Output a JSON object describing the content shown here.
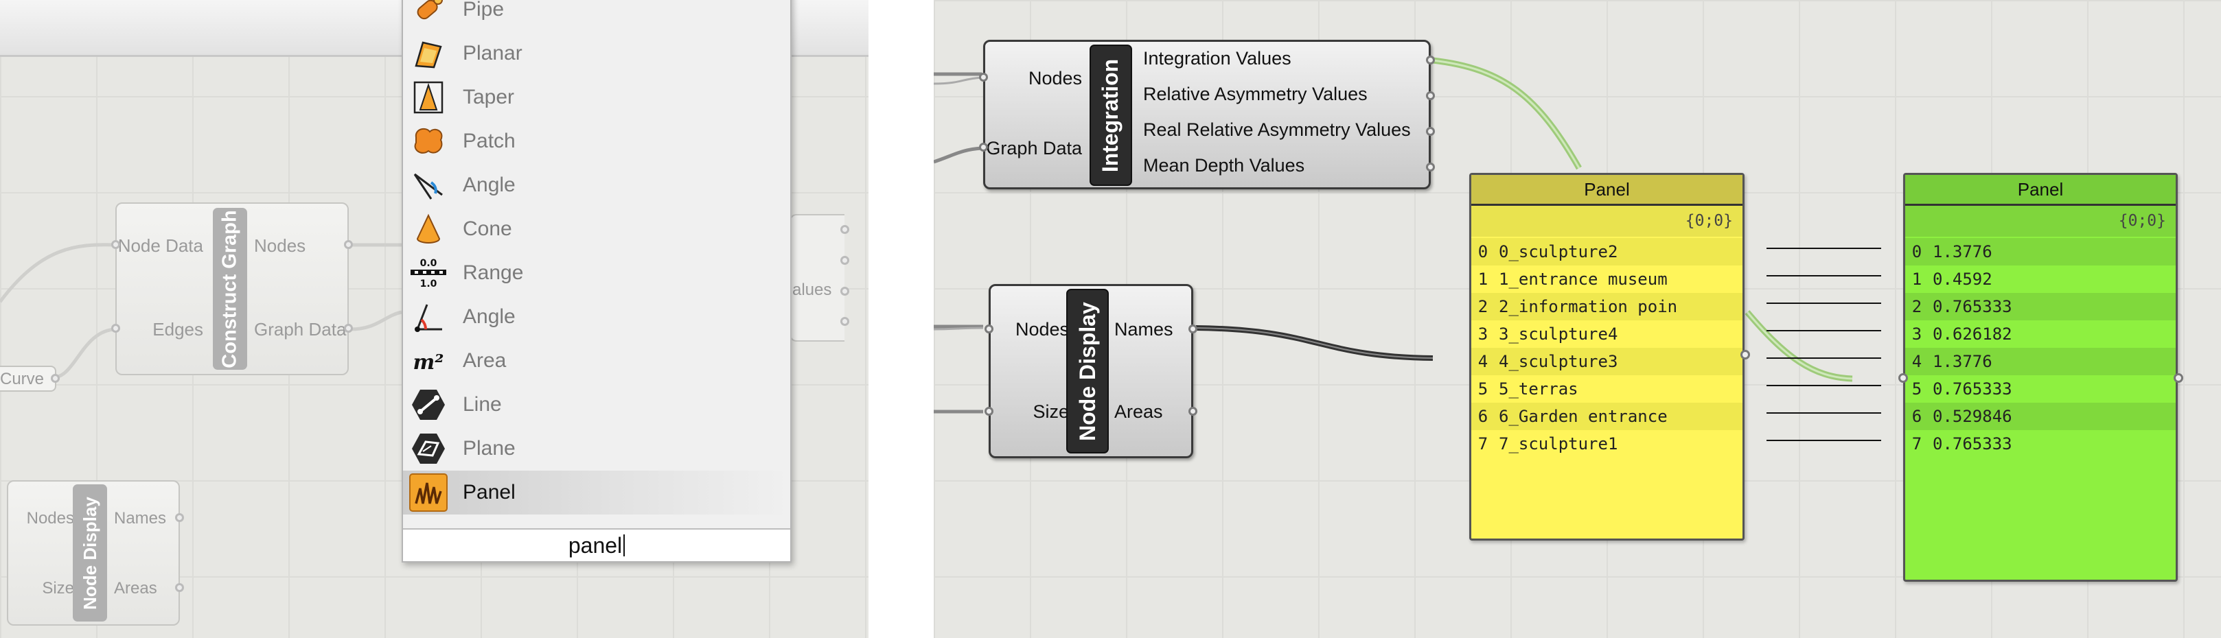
{
  "left": {
    "construct_graph": {
      "title": "Construct Graph",
      "inputs": [
        "Node Data",
        "Edges"
      ],
      "outputs": [
        "Nodes",
        "Graph Data"
      ]
    },
    "node_display_small": {
      "title": "Node Display",
      "inputs": [
        "Nodes",
        "Size"
      ],
      "outputs": [
        "Names",
        "Areas"
      ]
    },
    "curve_chip": "Curve",
    "partial_values_label": "alues",
    "search_popup": {
      "items": [
        {
          "label": "Pipe",
          "icon": "pipe-icon"
        },
        {
          "label": "Planar",
          "icon": "planar-icon"
        },
        {
          "label": "Taper",
          "icon": "taper-icon"
        },
        {
          "label": "Patch",
          "icon": "patch-icon"
        },
        {
          "label": "Angle",
          "icon": "angle-arc-icon"
        },
        {
          "label": "Cone",
          "icon": "cone-icon"
        },
        {
          "label": "Range",
          "icon": "range-icon"
        },
        {
          "label": "Angle",
          "icon": "angle-vector-icon"
        },
        {
          "label": "Area",
          "icon": "area-icon"
        },
        {
          "label": "Line",
          "icon": "line-icon"
        },
        {
          "label": "Plane",
          "icon": "plane-icon"
        },
        {
          "label": "Panel",
          "icon": "panel-icon",
          "selected": true
        }
      ],
      "search_value": "panel",
      "range_icon_text": {
        "top": "0.0",
        "bottom": "1.0"
      },
      "area_icon_text": "m²"
    }
  },
  "right": {
    "integration": {
      "title": "Integration",
      "inputs": [
        "Nodes",
        "Graph Data"
      ],
      "outputs": [
        "Integration Values",
        "Relative Asymmetry Values",
        "Real Relative Asymmetry Values",
        "Mean Depth Values"
      ]
    },
    "node_display": {
      "title": "Node Display",
      "inputs": [
        "Nodes",
        "Size"
      ],
      "outputs": [
        "Names",
        "Areas"
      ]
    },
    "panel_names": {
      "title": "Panel",
      "path": "{0;0}",
      "rows": [
        {
          "i": "0",
          "v": "0_sculpture2"
        },
        {
          "i": "1",
          "v": "1_entrance museum"
        },
        {
          "i": "2",
          "v": "2_information poin"
        },
        {
          "i": "3",
          "v": "3_sculpture4"
        },
        {
          "i": "4",
          "v": "4_sculpture3"
        },
        {
          "i": "5",
          "v": "5_terras"
        },
        {
          "i": "6",
          "v": "6_Garden entrance"
        },
        {
          "i": "7",
          "v": "7_sculpture1"
        }
      ],
      "color": "#fff55a"
    },
    "panel_values": {
      "title": "Panel",
      "path": "{0;0}",
      "rows": [
        {
          "i": "0",
          "v": "1.3776"
        },
        {
          "i": "1",
          "v": "0.4592"
        },
        {
          "i": "2",
          "v": "0.765333"
        },
        {
          "i": "3",
          "v": "0.626182"
        },
        {
          "i": "4",
          "v": "1.3776"
        },
        {
          "i": "5",
          "v": "0.765333"
        },
        {
          "i": "6",
          "v": "0.529846"
        },
        {
          "i": "7",
          "v": "0.765333"
        }
      ],
      "color": "#8ef040"
    }
  }
}
